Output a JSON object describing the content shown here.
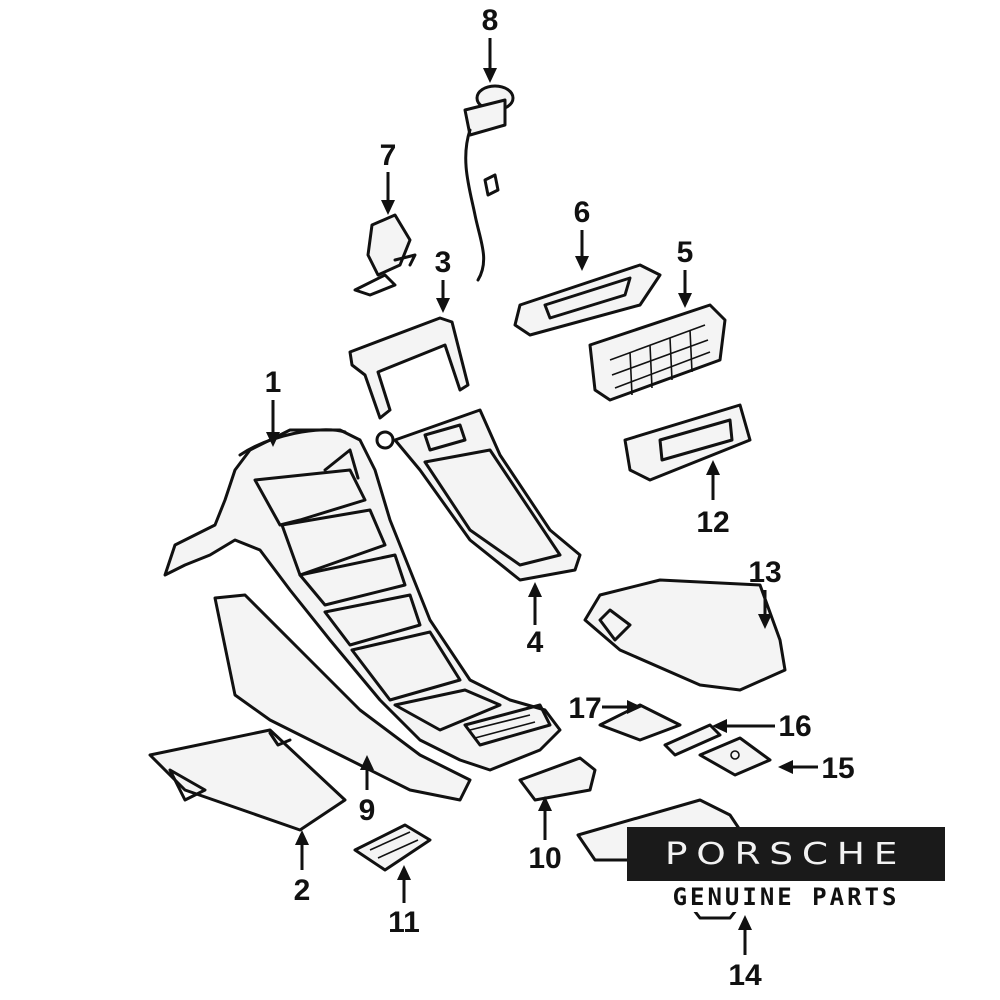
{
  "callouts": [
    {
      "id": "1",
      "label": "1"
    },
    {
      "id": "2",
      "label": "2"
    },
    {
      "id": "3",
      "label": "3"
    },
    {
      "id": "4",
      "label": "4"
    },
    {
      "id": "5",
      "label": "5"
    },
    {
      "id": "6",
      "label": "6"
    },
    {
      "id": "7",
      "label": "7"
    },
    {
      "id": "8",
      "label": "8"
    },
    {
      "id": "9",
      "label": "9"
    },
    {
      "id": "10",
      "label": "10"
    },
    {
      "id": "11",
      "label": "11"
    },
    {
      "id": "12",
      "label": "12"
    },
    {
      "id": "13",
      "label": "13"
    },
    {
      "id": "14",
      "label": "14"
    },
    {
      "id": "15",
      "label": "15"
    },
    {
      "id": "16",
      "label": "16"
    },
    {
      "id": "17",
      "label": "17"
    }
  ],
  "logo": {
    "brand": "PORSCHE",
    "tagline": "GENUINE PARTS"
  },
  "colors": {
    "line": "#111111",
    "logo_bg": "#1a1a1a",
    "logo_text": "#f2f2f2"
  }
}
